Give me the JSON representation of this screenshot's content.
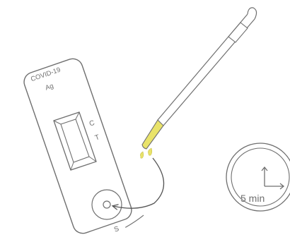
{
  "test_cassette": {
    "brand_line_1": "COVID-19",
    "brand_line_2": "Ag",
    "control_mark": "C",
    "test_mark": "T",
    "sample_mark": "S"
  },
  "timer": {
    "label": "5 min",
    "icon": "clock-icon"
  },
  "swab": {
    "icon": "swab-icon",
    "tip_color": "#e9e36a"
  },
  "drops": {
    "icon": "drop-icon",
    "color": "#e9e36a"
  },
  "colors": {
    "outline": "#6f6f6f",
    "fill": "#ffffff",
    "sample": "#e9e36a"
  }
}
